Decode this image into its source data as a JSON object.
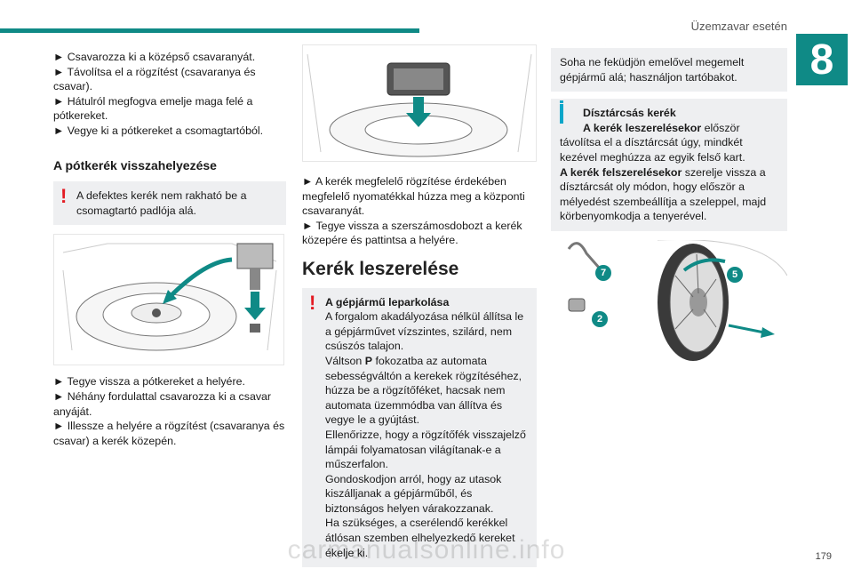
{
  "header": {
    "title": "Üzemzavar esetén",
    "chapter": "8"
  },
  "col1": {
    "steps_top": [
      "► Csavarozza ki a középső csavaranyát.",
      "► Távolítsa el a rögzítést (csavaranya és csavar).",
      "► Hátulról megfogva emelje maga felé a pótkereket.",
      "► Vegye ki a pótkereket a csomagtartóból."
    ],
    "heading": "A pótkerék visszahelyezése",
    "warning": "A defektes kerék nem rakható be a csomagtartó padlója alá.",
    "steps_bottom": [
      "► Tegye vissza a pótkereket a helyére.",
      "► Néhány fordulattal csavarozza ki a csavar anyáját.",
      "► Illessze a helyére a rögzítést (csavaranya és csavar) a kerék közepén."
    ]
  },
  "col2": {
    "steps": [
      "► A kerék megfelelő rögzítése érdekében megfelelő nyomatékkal húzza meg a központi csavaranyát.",
      "► Tegye vissza a szerszámosdobozt a kerék közepére és pattintsa a helyére."
    ],
    "heading": "Kerék leszerelése",
    "warning_title": "A gépjármű leparkolása",
    "warning_lines": [
      "A forgalom akadályozása nélkül állítsa le a gépjárművet vízszintes, szilárd, nem csúszós talajon.",
      "Váltson P fokozatba az automata sebességváltón a kerekek rögzítéséhez, húzza be a rögzítőféket, hacsak nem automata üzemmódba van állítva és vegye le a gyújtást.",
      "Ellenőrizze, hogy a rögzítőfék visszajelző lámpái folyamatosan világítanak-e a műszerfalon.",
      "Gondoskodjon arról, hogy az utasok kiszálljanak a gépjárműből, és biztonságos helyen várakozzanak.",
      "Ha szükséges, a cserélendő kerékkel átlósan szemben elhelyezkedő kereket ékelje ki."
    ]
  },
  "col3": {
    "note": "Soha ne feküdjön emelővel megemelt gépjármű alá; használjon tartóbakot.",
    "info_title": "Dísztárcsás kerék",
    "info_line1_bold": "A kerék leszerelésekor",
    "info_line1_rest": " először távolítsa el a dísztárcsát úgy, mindkét kezével meghúzza az egyik felső kart.",
    "info_line2_bold": "A kerék felszerelésekor",
    "info_line2_rest": " szerelje vissza a dísztárcsát oly módon, hogy először a mélyedést szembeállítja a szeleppel, majd körbenyomkodja a tenyerével.",
    "callouts": [
      "7",
      "2",
      "5"
    ]
  },
  "footer": {
    "page": "179",
    "watermark": "carmanualsonline.info"
  },
  "colors": {
    "accent": "#0f8a86",
    "warning": "#e31b23",
    "info": "#0aa6c9",
    "box": "#eeeff1"
  }
}
